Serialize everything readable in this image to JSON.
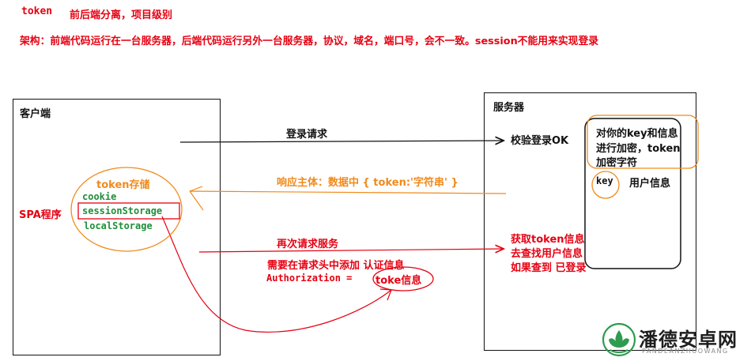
{
  "header": {
    "token_word": "token",
    "token_desc": "前后端分离，项目级别",
    "arch_line": "架构：前端代码运行在一台服务器，后端代码运行另外一台服务器，协议，域名，端口号，会不一致。session不能用来实现登录"
  },
  "client": {
    "title": "客户端",
    "spa_label": "SPA程序",
    "storage_title": "token存储",
    "storage_items": [
      "cookie",
      "sessionStorage",
      "localStorage"
    ]
  },
  "server": {
    "title": "服务器",
    "verify": "校验登录OK",
    "encrypt_lines": [
      "对你的key和信息",
      "进行加密，token",
      "加密字符"
    ],
    "key": "key",
    "user_info": "用户信息",
    "fetch_lines": [
      "获取token信息",
      "去查找用户信息",
      "如果查到 已登录"
    ]
  },
  "arrows": {
    "login_request": "登录请求",
    "response_body": "响应主体：数据中 { token:'字符串' }",
    "request_again": "再次请求服务",
    "need_header": "需要在请求头中添加 认证信息",
    "auth_prefix": "Authorization = ",
    "auth_value": "toke信息"
  },
  "watermark": {
    "name": "潘德安卓网",
    "sub": "PANDEANZHUOWANG"
  },
  "colors": {
    "red": "#e60012",
    "orange": "#f08a1c",
    "green": "#1f8f3a",
    "logo_green": "#2e9b4e"
  }
}
